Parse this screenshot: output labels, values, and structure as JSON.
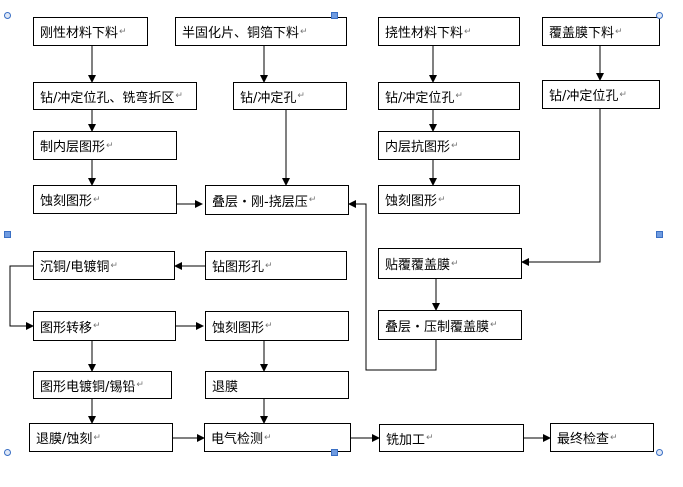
{
  "boxes": {
    "b1": {
      "label": "刚性材料下料"
    },
    "b2": {
      "label": "半固化片、铜箔下料"
    },
    "b3": {
      "label": "挠性材料下料"
    },
    "b4": {
      "label": "覆盖膜下料"
    },
    "b5": {
      "label": "钻/冲定位孔、铣弯折区"
    },
    "b6": {
      "label": "钻/冲定孔"
    },
    "b7": {
      "label": "钻/冲定位孔"
    },
    "b8": {
      "label": "钻/冲定位孔"
    },
    "b9": {
      "label": "制内层图形"
    },
    "b10": {
      "label": "内层抗图形"
    },
    "b11": {
      "label": "蚀刻图形"
    },
    "b12": {
      "label": "叠层・刚-挠层压"
    },
    "b13": {
      "label": "蚀刻图形"
    },
    "b14": {
      "label": "沉铜/电镀铜"
    },
    "b15": {
      "label": "钻图形孔"
    },
    "b16": {
      "label": "贴覆覆盖膜"
    },
    "b17": {
      "label": "图形转移"
    },
    "b18": {
      "label": "蚀刻图形"
    },
    "b19": {
      "label": "叠层・压制覆盖膜"
    },
    "b20": {
      "label": "图形电镀铜/锡铅"
    },
    "b21": {
      "label": "退膜"
    },
    "b22": {
      "label": "退膜/蚀刻"
    },
    "b23": {
      "label": "电气检测"
    },
    "b24": {
      "label": "铣加工"
    },
    "b25": {
      "label": "最终检查"
    }
  },
  "paragraph_mark": "↵"
}
